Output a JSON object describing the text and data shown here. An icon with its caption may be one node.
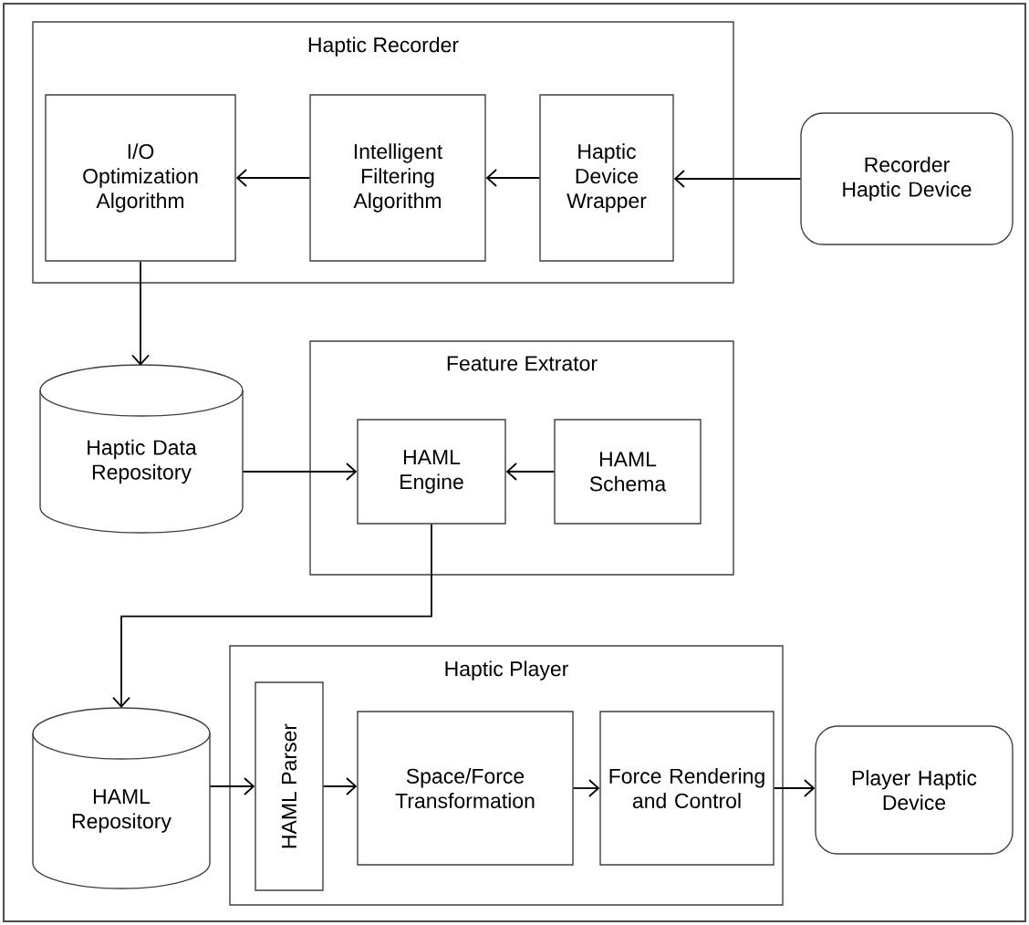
{
  "diagram": {
    "nodes": [
      {
        "text": [
          "Haptic Recorder"
        ]
      },
      {
        "text": [
          "I/O Optimization Algorithm"
        ],
        "in": 0
      },
      {
        "text": [
          "Intelligent Filtering Algorithm"
        ],
        "in": 0
      },
      {
        "text": [
          "Haptic Device Wrapper"
        ],
        "in": 0
      },
      {
        "text": [
          "Recorder Haptic Device"
        ]
      },
      {
        "text": [
          "Haptic Data Repository"
        ]
      },
      {
        "text": [
          "Feature Extrator"
        ]
      },
      {
        "text": [
          "HAML Engine"
        ],
        "in": 6
      },
      {
        "text": [
          "HAML Schema"
        ],
        "in": 6
      },
      {
        "text": [
          "HAML Repository"
        ]
      },
      {
        "text": [
          "Haptic Player"
        ]
      },
      {
        "text": [
          "HAML Parser"
        ],
        "in": 10
      },
      {
        "text": [
          "Space/Force Transformation"
        ],
        "in": 10
      },
      {
        "text": [
          "Force Rendering and Control"
        ],
        "in": 10
      },
      {
        "text": [
          "Player Haptic Device"
        ]
      }
    ],
    "edges": [
      {
        "from": 4,
        "to": 3,
        "arrow": "to"
      },
      {
        "from": 3,
        "to": 2,
        "arrow": "to"
      },
      {
        "from": 2,
        "to": 1,
        "arrow": "to"
      },
      {
        "from": 1,
        "to": 5,
        "arrow": "to"
      },
      {
        "from": 5,
        "to": 7,
        "arrow": "to"
      },
      {
        "from": 8,
        "to": 7,
        "arrow": "to"
      },
      {
        "from": 7,
        "to": 9,
        "arrow": "to"
      },
      {
        "from": 9,
        "to": 11,
        "arrow": "to"
      },
      {
        "from": 11,
        "to": 12,
        "arrow": "to"
      },
      {
        "from": 12,
        "to": 13,
        "arrow": "to"
      },
      {
        "from": 13,
        "to": 14,
        "arrow": "to"
      }
    ]
  }
}
